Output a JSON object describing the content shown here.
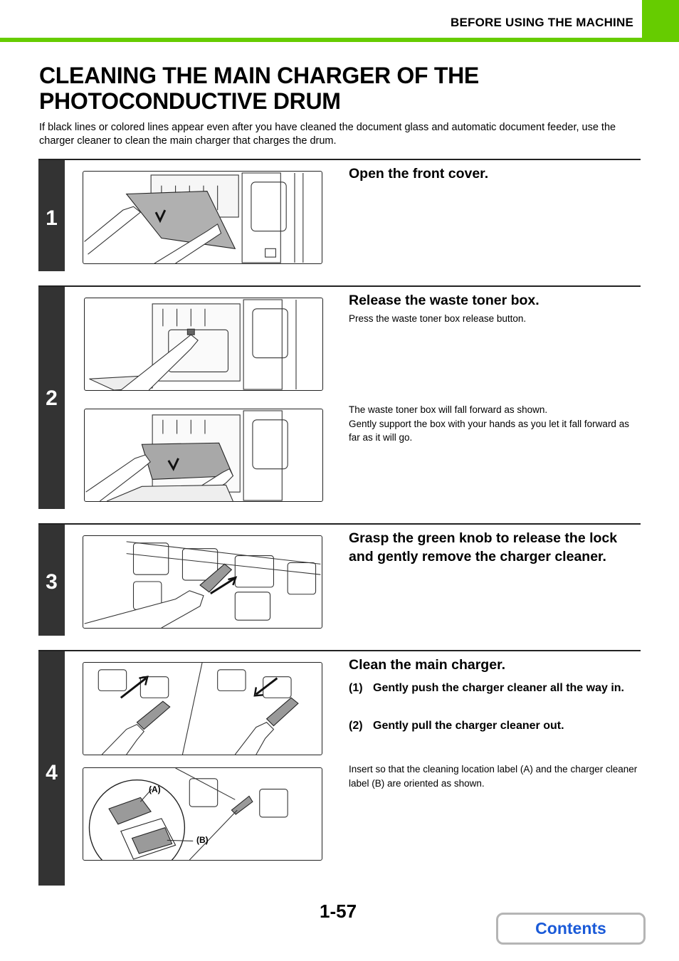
{
  "header": {
    "section": "BEFORE USING THE MACHINE"
  },
  "page": {
    "title": "CLEANING THE MAIN CHARGER OF THE PHOTOCONDUCTIVE DRUM",
    "intro": "If black lines or colored lines appear even after you have cleaned the document glass and automatic document feeder, use the charger cleaner to clean the main charger that charges the drum."
  },
  "steps": [
    {
      "number": "1",
      "heading": "Open the front cover."
    },
    {
      "number": "2",
      "heading": "Release the waste toner box.",
      "note1": "Press the waste toner box release button.",
      "note2": "The waste toner box will fall forward as shown.\nGently support the box with your hands as you let it fall forward as far as it will go."
    },
    {
      "number": "3",
      "heading": "Grasp the green knob to release the lock and gently remove the charger cleaner."
    },
    {
      "number": "4",
      "heading": "Clean the main charger.",
      "substeps": [
        {
          "num": "(1)",
          "text": "Gently push the charger cleaner all the way in."
        },
        {
          "num": "(2)",
          "text": "Gently pull the charger cleaner out."
        }
      ],
      "note": "Insert so that the cleaning location label (A) and the charger cleaner label (B) are oriented as shown.",
      "labels": {
        "a": "(A)",
        "b": "(B)"
      }
    }
  ],
  "footer": {
    "page_number": "1-57",
    "contents_label": "Contents"
  },
  "colors": {
    "accent_green": "#66cc00",
    "step_bar": "#333333",
    "contents_text": "#1a5ad8"
  }
}
